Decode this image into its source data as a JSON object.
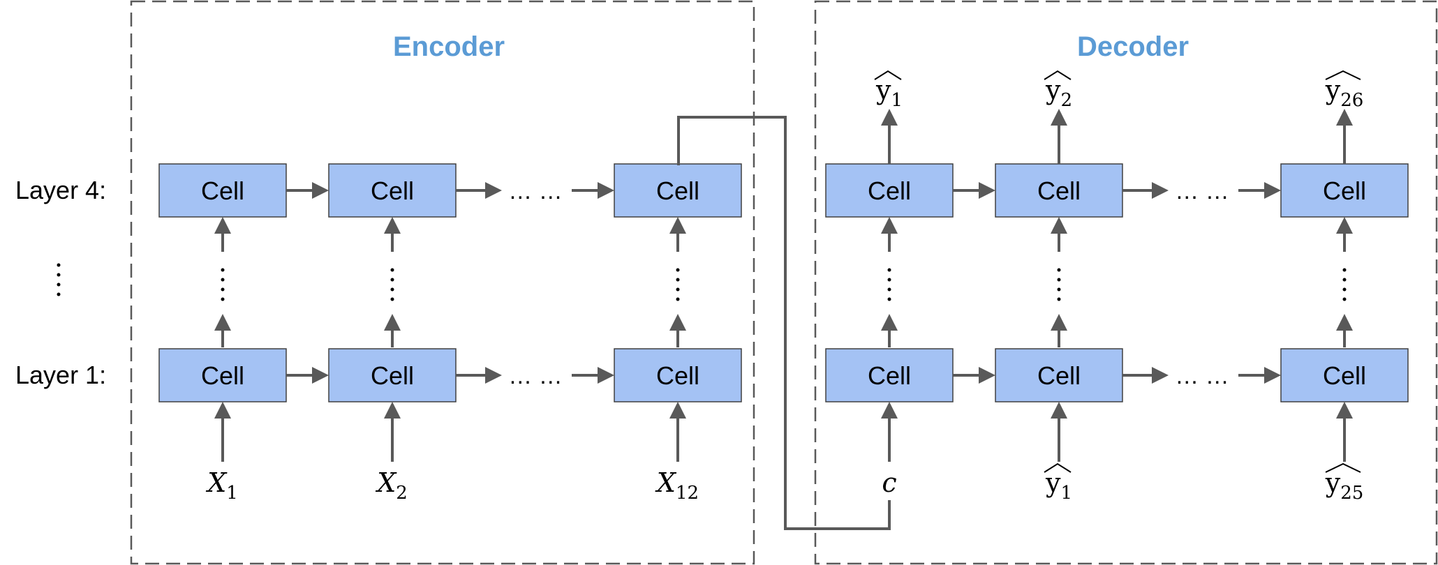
{
  "encoder": {
    "title": "Encoder",
    "columns": [
      {
        "cell_label": "Cell",
        "input": {
          "base": "X",
          "sub": "1"
        }
      },
      {
        "cell_label": "Cell",
        "input": {
          "base": "X",
          "sub": "2"
        }
      },
      {
        "cell_label": "Cell",
        "input": {
          "base": "X",
          "sub": "12"
        }
      }
    ],
    "horizontal_ellipsis": "… …"
  },
  "decoder": {
    "title": "Decoder",
    "columns": [
      {
        "cell_label": "Cell",
        "output": {
          "base": "y",
          "sub": "1",
          "hat": true
        },
        "input": {
          "base": "c",
          "sub": "",
          "hat": false
        }
      },
      {
        "cell_label": "Cell",
        "output": {
          "base": "y",
          "sub": "2",
          "hat": true
        },
        "input": {
          "base": "y",
          "sub": "1",
          "hat": true
        }
      },
      {
        "cell_label": "Cell",
        "output": {
          "base": "y",
          "sub": "26",
          "hat": true
        },
        "input": {
          "base": "y",
          "sub": "25",
          "hat": true
        }
      }
    ],
    "horizontal_ellipsis": "… …"
  },
  "layers": {
    "top_label": "Layer 4:",
    "bottom_label": "Layer 1:"
  },
  "colors": {
    "title": "#5B9BD5",
    "cell_fill": "#A4C2F4",
    "cell_stroke": "#404040",
    "arrow": "#595959",
    "dashed_border": "#595959"
  }
}
